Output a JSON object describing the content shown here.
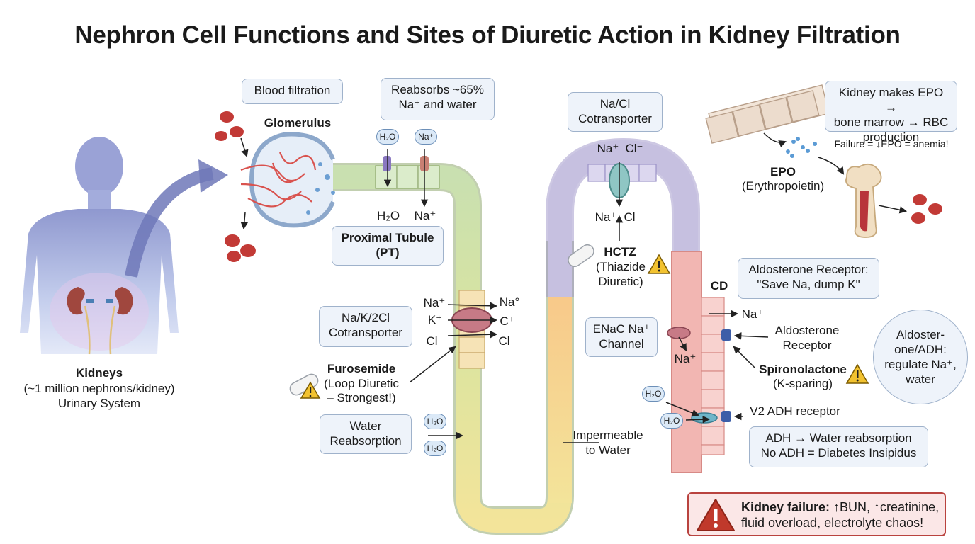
{
  "title": "Nephron Cell Functions and Sites of Diuretic Action in Kidney Filtration",
  "kidneys": {
    "title": "Kidneys",
    "line1": "(~1 million nephrons/kidney)",
    "line2": "Urinary System"
  },
  "glomerulus": {
    "label": "Glomerulus",
    "note": "Blood filtration"
  },
  "proximal": {
    "note_line1": "Reabsorbs ~65%",
    "note_line2": "Na⁺ and water",
    "chip_water": "H₂O",
    "chip_sodium": "Na⁺",
    "out_water": "H₂O",
    "out_sodium": "Na⁺",
    "label_line1": "Proximal Tubule",
    "label_line2": "(PT)"
  },
  "loop": {
    "cotransporter_line1": "Na/K/2Cl",
    "cotransporter_line2": "Cotransporter",
    "in_na": "Na⁺",
    "in_k": "K⁺",
    "in_cl": "Cl⁻",
    "out_na": "Na°",
    "out_c": "C⁺",
    "out_cl": "Cl⁻",
    "furosemide_name": "Furosemide",
    "furosemide_line1": "(Loop Diuretic",
    "furosemide_line2": "– Strongest!)",
    "water_line1": "Water",
    "water_line2": "Reabsorption",
    "chip1": "H₂O",
    "chip2": "H₂O",
    "impermeable_line1": "Impermeable",
    "impermeable_line2": "to Water"
  },
  "distal": {
    "cotransporter_line1": "Na/Cl",
    "cotransporter_line2": "Cotransporter",
    "top_na": "Na⁺",
    "top_cl": "Cl⁻",
    "bottom_na": "Na⁺",
    "bottom_cl": "Cl⁻",
    "hctz_name": "HCTZ",
    "hctz_line1": "(Thiazide",
    "hctz_line2": "Diuretic)"
  },
  "collecting": {
    "label": "CD",
    "aldo_note_line1": "Aldosterone Receptor:",
    "aldo_note_line2": "\"Save Na, dump K\"",
    "out_na": "Na⁺",
    "enac_line1": "ENaC Na⁺",
    "enac_line2": "Channel",
    "enac_na": "Na⁺",
    "aldo_receptor_line1": "Aldosterone",
    "aldo_receptor_line2": "Receptor",
    "spiro_name": "Spironolactone",
    "spiro_line": "(K-sparing)",
    "chip1": "H₂O",
    "chip2": "H₂O",
    "v2_label": "V2 ADH receptor",
    "adh_line1": "ADH → Water reabsorption",
    "adh_line2": "No ADH = Diabetes Insipidus",
    "circle_line1": "Aldoster-",
    "circle_line2": "one/ADH:",
    "circle_line3": "regulate Na⁺,",
    "circle_line4": "water"
  },
  "epo": {
    "note_line1": "Kidney makes EPO →",
    "note_line2": "bone marrow → RBC",
    "note_line3": "production",
    "failure": "Failure = ↓EPO = anemia!",
    "name": "EPO",
    "full": "(Erythropoietin)"
  },
  "alert": {
    "bold": "Kidney failure:",
    "line1": " ↑BUN, ↑creatinine,",
    "line2": "fluid overload, electrolyte chaos!"
  },
  "colors": {
    "proximal": "#c9e0b0",
    "loop": "#f3e49a",
    "distal": "#c6c0e0",
    "thick": "#f8c98a",
    "collecting": "#f2b6b2",
    "alert": "#c0392b",
    "warning": "#f2c230"
  }
}
